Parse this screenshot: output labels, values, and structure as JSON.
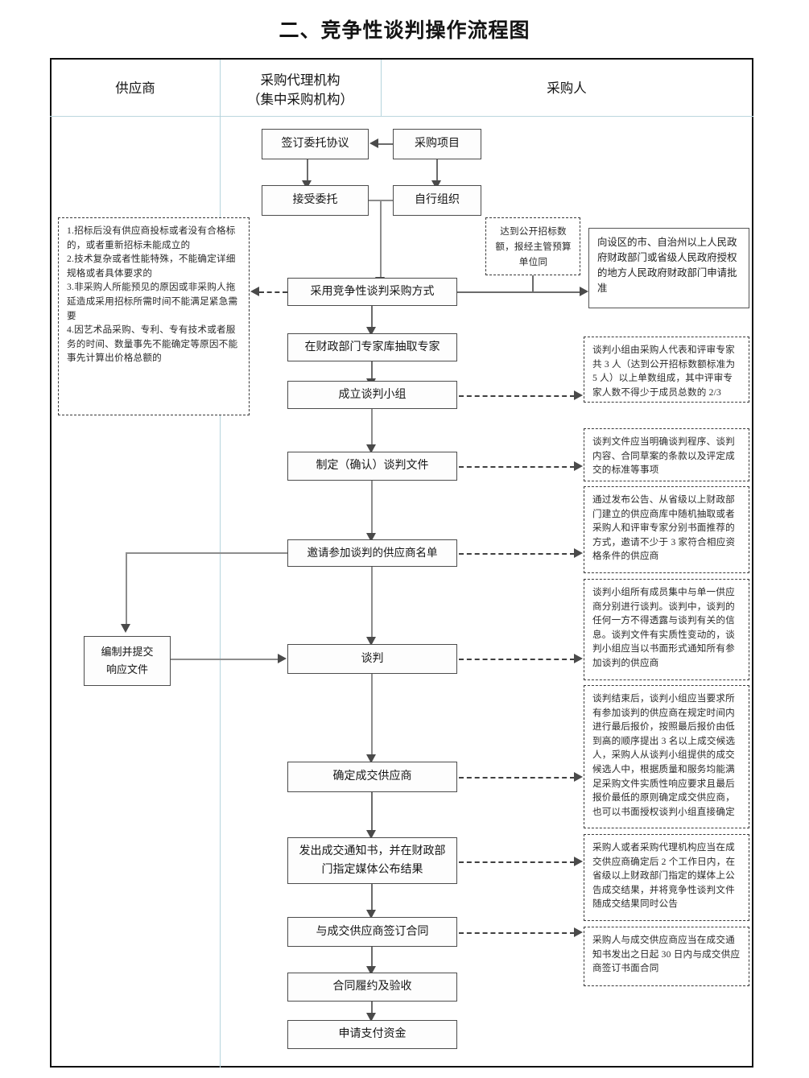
{
  "title": "二、竞争性谈判操作流程图",
  "columns": [
    {
      "label": "供应商"
    },
    {
      "label": "采购代理机构",
      "label2": "（集中采购机构）"
    },
    {
      "label": "采购人"
    }
  ],
  "nodes": {
    "sign_entrust": "签订委托协议",
    "purchase_project": "采购项目",
    "accept_entrust": "接受委托",
    "self_organize": "自行组织",
    "adopt_method": "采用竞争性谈判采购方式",
    "draw_experts": "在财政部门专家库抽取专家",
    "form_group": "成立谈判小组",
    "make_docs": "制定（确认）谈判文件",
    "invite_list": "邀请参加谈判的供应商名单",
    "prepare_response": "编制并提交\n响应文件",
    "prepare_response_l1": "编制并提交",
    "prepare_response_l2": "响应文件",
    "negotiate": "谈判",
    "determine_supplier": "确定成交供应商",
    "issue_notice_l1": "发出成交通知书，并在财政部",
    "issue_notice_l2": "门指定媒体公布结果",
    "sign_contract": "与成交供应商签订合同",
    "perform_accept": "合同履约及验收",
    "apply_payment": "申请支付资金"
  },
  "notes": {
    "left_conditions": "1.招标后没有供应商投标或者没有合格标的，或者重新招标未能成立的\n2.技术复杂或者性能特殊，不能确定详细规格或者具体要求的\n3.非采购人所能预见的原因或非采购人拖延造成采用招标所需时间不能满足紧急需要\n4.因艺术品采购、专利、专有技术或者服务的时间、数量事先不能确定等原因不能事先计算出价格总额的",
    "threshold": "达到公开招标数额，报经主管预算单位同",
    "approval": "向设区的市、自治州以上人民政府财政部门或省级人民政府授权的地方人民政府财政部门申请批准",
    "group_composition": "谈判小组由采购人代表和评审专家共 3 人（达到公开招标数额标准为 5 人）以上单数组成，其中评审专家人数不得少于成员总数的 2/3",
    "doc_requirements": "谈判文件应当明确谈判程序、谈判内容、合同草案的条款以及评定成交的标准等事项",
    "invite_method": "通过发布公告、从省级以上财政部门建立的供应商库中随机抽取或者采购人和评审专家分别书面推荐的方式，邀请不少于 3 家符合相应资格条件的供应商",
    "negotiation_rules": "谈判小组所有成员集中与单一供应商分别进行谈判。谈判中，谈判的任何一方不得透露与谈判有关的信息。谈判文件有实质性变动的，谈判小组应当以书面形式通知所有参加谈判的供应商",
    "final_offer": "谈判结束后，谈判小组应当要求所有参加谈判的供应商在规定时间内进行最后报价，按照最后报价由低到高的顺序提出 3 名以上成交候选人，采购人从谈判小组提供的成交候选人中，根据质量和服务均能满足采购文件实质性响应要求且最后报价最低的原则确定成交供应商，也可以书面授权谈判小组直接确定",
    "publish_result": "采购人或者采购代理机构应当在成交供应商确定后 2 个工作日内，在省级以上财政部门指定的媒体上公告成交结果，并将竞争性谈判文件随成交结果同时公告",
    "contract_time": "采购人与成交供应商应当在成交通知书发出之日起 30 日内与成交供应商签订书面合同"
  },
  "colors": {
    "frame_border": "#111111",
    "divider": "#b6d4dd",
    "box_border": "#4c4c4c",
    "line": "#6b6b6b",
    "text": "#141414"
  }
}
